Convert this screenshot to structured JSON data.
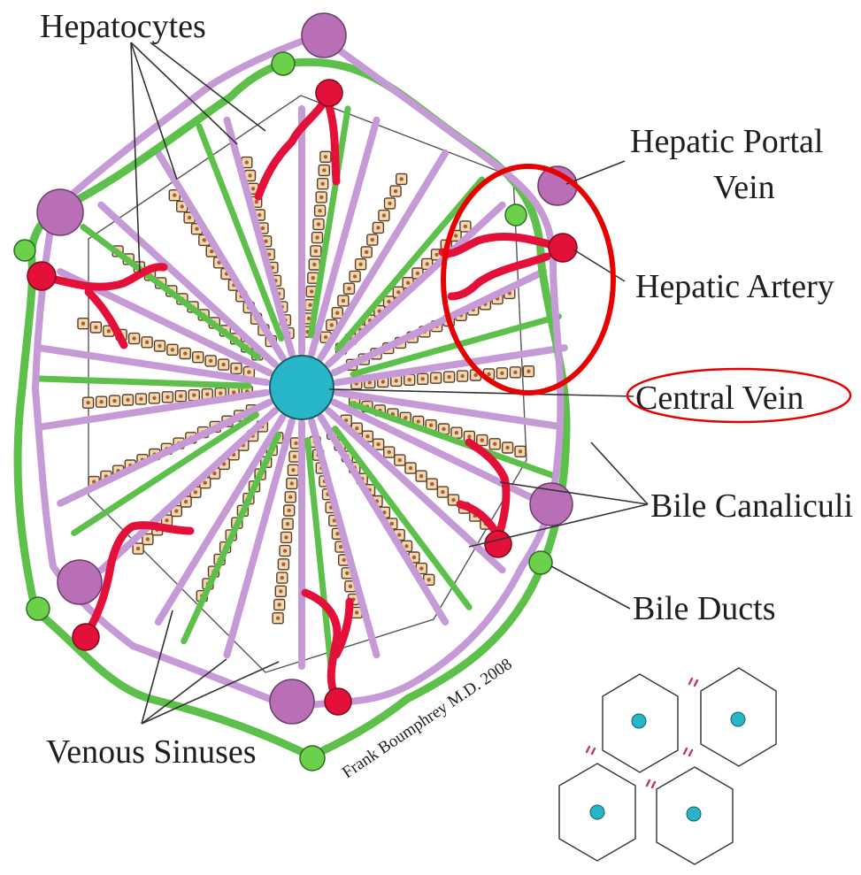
{
  "labels": {
    "hepatocytes": "Hepatocytes",
    "hepatic_portal_vein_line1": "Hepatic Portal",
    "hepatic_portal_vein_line2": "Vein",
    "hepatic_artery": "Hepatic Artery",
    "central_vein": "Central Vein",
    "bile_canaliculi": "Bile Canaliculi",
    "bile_ducts": "Bile Ducts",
    "venous_sinuses": "Venous Sinuses"
  },
  "credit": "Frank Boumphrey M.D. 2008",
  "colors": {
    "sinus": "#c69ad6",
    "bile_duct": "#5dc04a",
    "artery": "#e3103a",
    "portal_vein": "#b96fb6",
    "central_vein": "#27b6c8",
    "hepatocyte_fill": "#f2d7b0",
    "hepatocyte_nucleus": "#a5612f",
    "highlight": "#e60000"
  }
}
